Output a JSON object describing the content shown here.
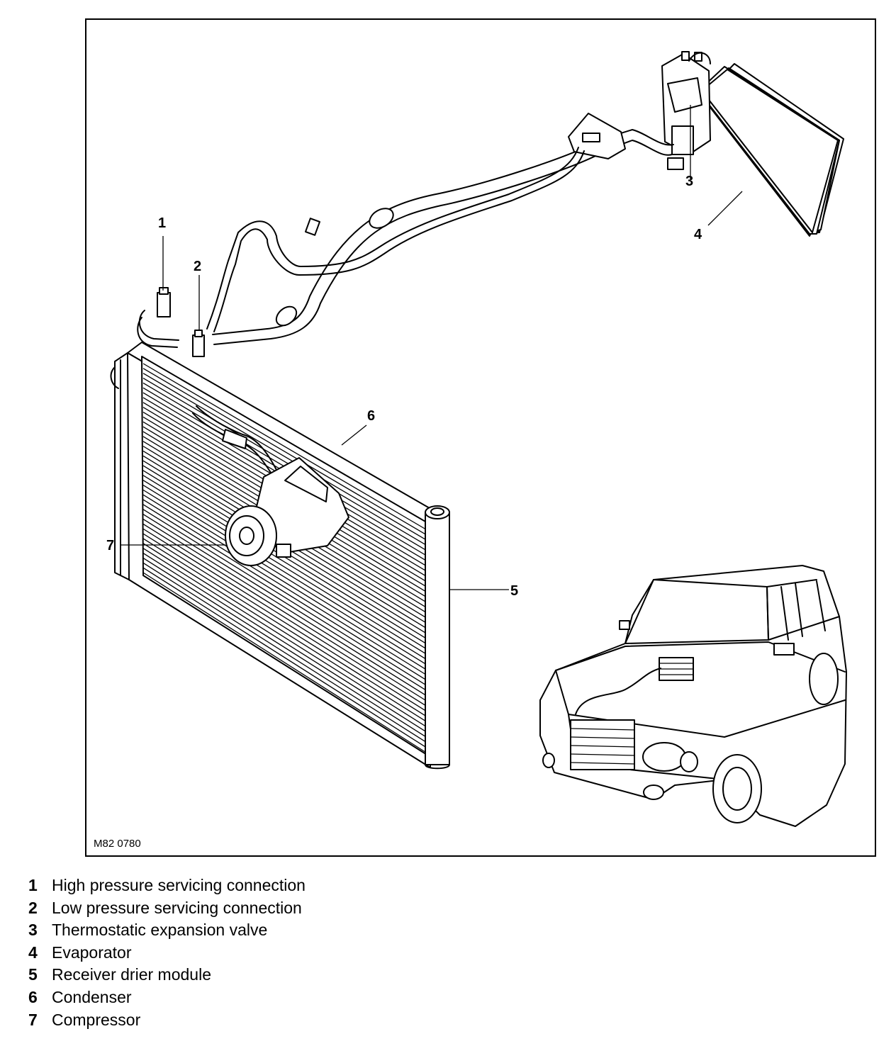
{
  "figure": {
    "reference": "M82 0780",
    "callouts": [
      "1",
      "2",
      "3",
      "4",
      "5",
      "6",
      "7"
    ]
  },
  "legend": [
    {
      "num": "1",
      "label": "High pressure servicing connection"
    },
    {
      "num": "2",
      "label": "Low pressure servicing connection"
    },
    {
      "num": "3",
      "label": "Thermostatic expansion valve"
    },
    {
      "num": "4",
      "label": "Evaporator"
    },
    {
      "num": "5",
      "label": "Receiver drier module"
    },
    {
      "num": "6",
      "label": "Condenser"
    },
    {
      "num": "7",
      "label": "Compressor"
    }
  ]
}
